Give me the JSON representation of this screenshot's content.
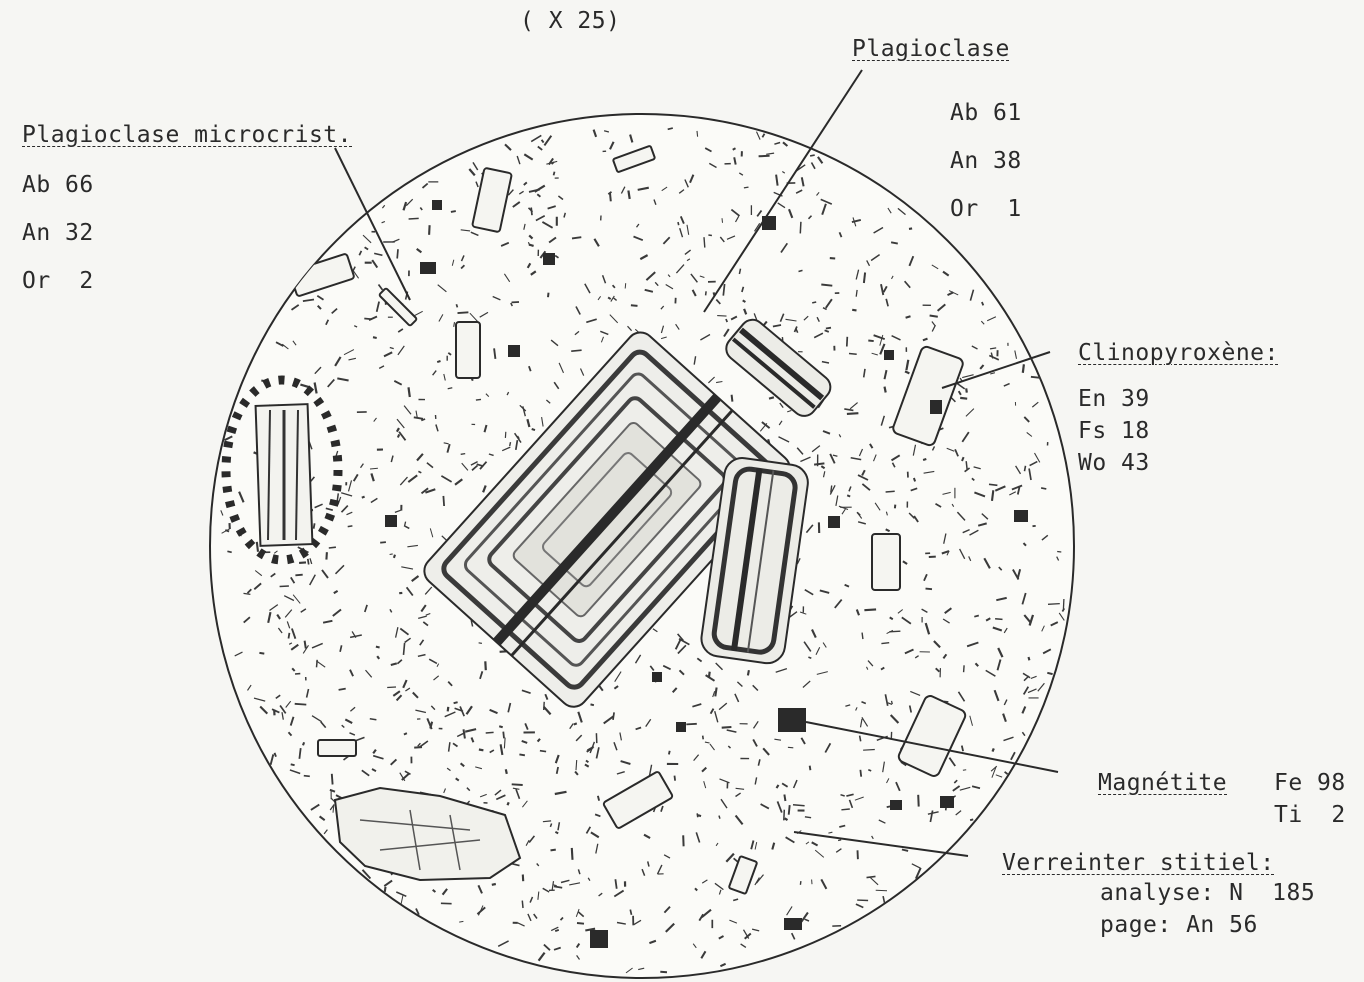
{
  "magnification": "( X 25)",
  "labels": {
    "plag_micro": {
      "title": "Plagioclase microcrist.",
      "lines": [
        "Ab 66",
        "An 32",
        "Or  2"
      ]
    },
    "plag": {
      "title": "Plagioclase",
      "lines": [
        "Ab 61",
        "An 38",
        "Or  1"
      ]
    },
    "cpx": {
      "title": "Clinopyroxène:",
      "lines": [
        "En 39",
        "Fs 18",
        "Wo 43"
      ]
    },
    "mag": {
      "title": "Magnétite",
      "fe": "Fe 98",
      "ti": "Ti  2"
    },
    "verre": {
      "title": "Verreinter stitiel:",
      "analyse": "analyse: N  185",
      "page": "page: An 56"
    }
  },
  "colors": {
    "ink": "#2a2a2a",
    "paper": "#f6f6f3",
    "field": "#fbfbf8"
  }
}
